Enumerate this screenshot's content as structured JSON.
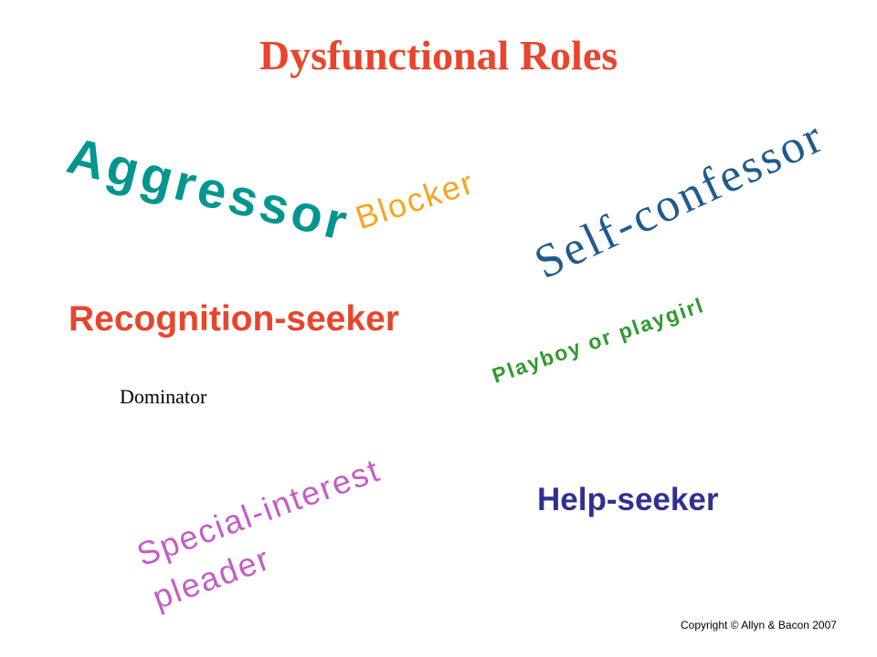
{
  "title": "Dysfunctional Roles",
  "roles": {
    "aggressor": "Aggressor",
    "blocker": "Blocker",
    "self_confessor": "Self-confessor",
    "recognition_seeker": "Recognition-seeker",
    "playboy": "Playboy or playgirl",
    "dominator": "Dominator",
    "special_interest_pleader": "Special-interest\npleader",
    "help_seeker": "Help-seeker"
  },
  "copyright": "Copyright © Allyn & Bacon 2007",
  "colors": {
    "title": "#e8452c",
    "aggressor": "#00968f",
    "blocker": "#f5a623",
    "self_confessor": "#1e5b8e",
    "recognition_seeker": "#e8452c",
    "playboy": "#2f9a2f",
    "dominator": "#000000",
    "special_interest_pleader": "#c65bc6",
    "help_seeker": "#2e3192"
  }
}
